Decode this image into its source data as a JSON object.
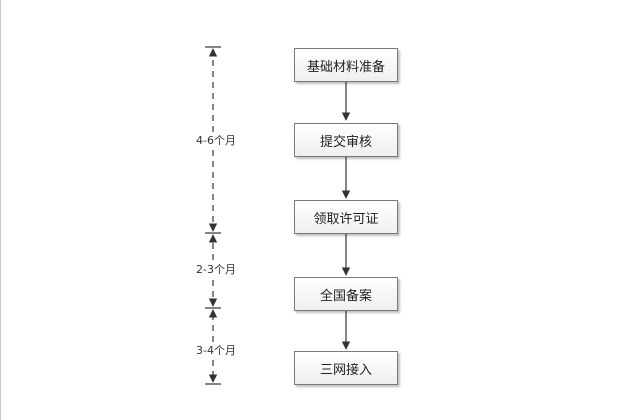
{
  "steps": [
    {
      "label": "基础材料准备"
    },
    {
      "label": "提交审核"
    },
    {
      "label": "领取许可证"
    },
    {
      "label": "全国备案"
    },
    {
      "label": "三网接入"
    }
  ],
  "durations": [
    {
      "label": "4-6个月"
    },
    {
      "label": "2-3个月"
    },
    {
      "label": "3-4个月"
    }
  ],
  "colors": {
    "stroke": "#333333",
    "box_border": "#7a7a7a"
  }
}
